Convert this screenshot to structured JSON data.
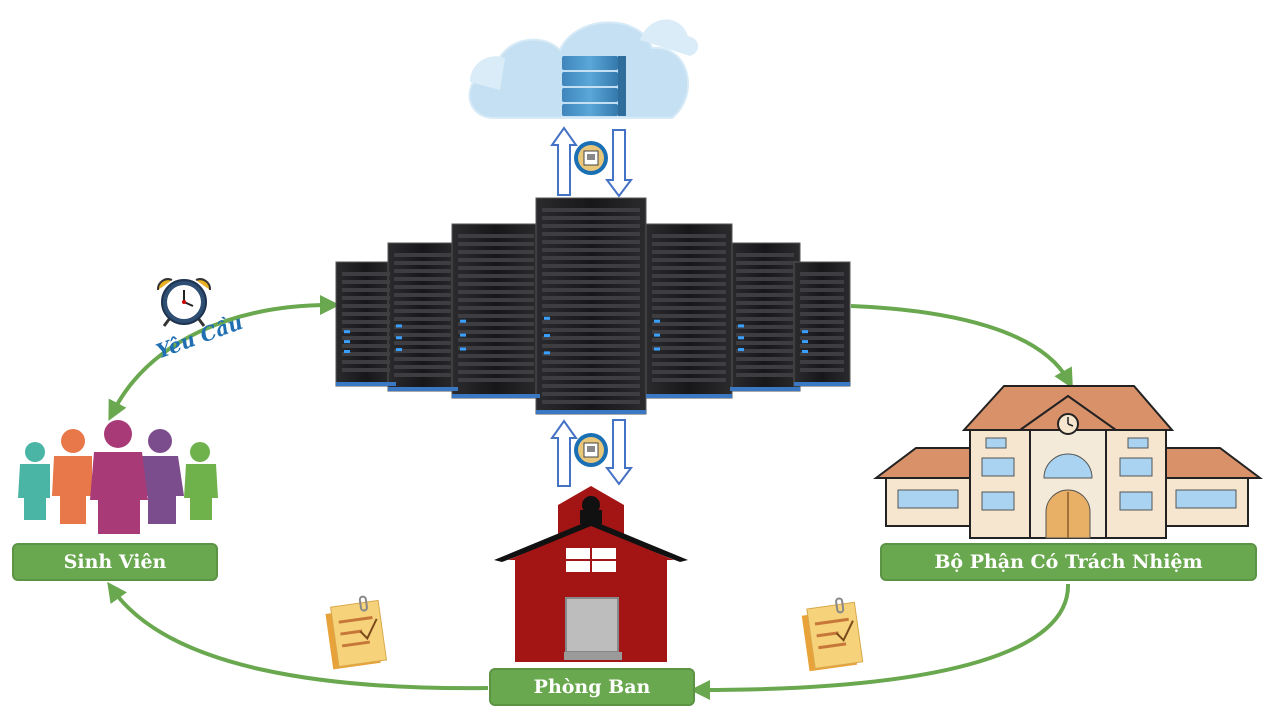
{
  "nodes": {
    "students": "Sinh Viên",
    "department_responsible": "Bộ Phận Có Trách Nhiệm",
    "office": "Phòng Ban"
  },
  "edges": {
    "request": "Yêu Cầu"
  },
  "colors": {
    "label_green": "#6aa84f",
    "arrow_green": "#6aa84f",
    "request_text_blue": "#1f6fb2",
    "cloud": "#c9e3f4",
    "schoolhouse_red": "#a31515",
    "building_roof": "#d9916a",
    "building_wall": "#f6e6cf"
  },
  "icons": [
    "cloud-database-icon",
    "server-rack-icon",
    "alarm-clock-icon",
    "people-group-icon",
    "schoolhouse-icon",
    "university-building-icon",
    "checklist-note-icon",
    "globe-sync-icon"
  ]
}
